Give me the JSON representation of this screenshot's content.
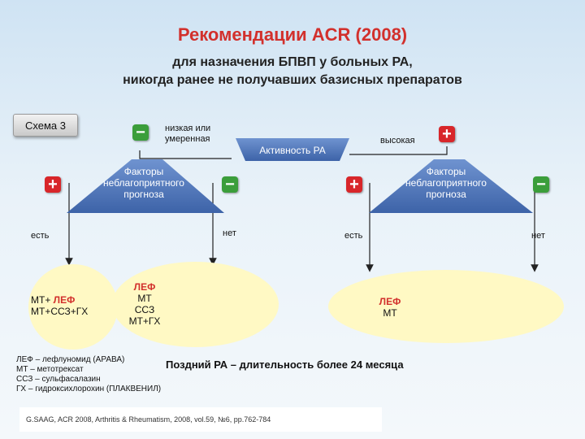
{
  "title": "Рекомендации ACR (2008)",
  "subtitle_line1": "для назначения БПВП у больных РА,",
  "subtitle_line2": "никогда ранее не получавших базисных препаратов",
  "scheme_label": "Схема 3",
  "activity_label": "Активность РА",
  "low_label": "низкая или умеренная",
  "high_label": "высокая",
  "left_factors": "Факторы неблагоприятного прогноза",
  "right_factors": "Факторы неблагоприятного прогноза",
  "branch_yes": "есть",
  "branch_no": "нет",
  "plus_symbol": "+",
  "minus_symbol": "−",
  "result_1": {
    "line1_prefix": "МТ+ ",
    "line1_bold": "ЛЕФ",
    "line2": "МТ+ССЗ+ГХ"
  },
  "result_2": {
    "line1": "ЛЕФ",
    "line2": "МТ",
    "line3": "ССЗ",
    "line4": "МТ+ГХ"
  },
  "result_3": {
    "line1": "ЛЕФ",
    "line2": "МТ"
  },
  "legend": [
    "ЛЕФ – лефлуномид (АРАВА)",
    "МТ – метотрексат",
    "ССЗ – сульфасалазин",
    "ГХ – гидроксихлорохин (ПЛАКВЕНИЛ)"
  ],
  "footer_note": "Поздний РА – длительность более 24 месяца",
  "reference": "G.SAAG, ACR 2008, Arthritis & Rheumatism, 2008, vol.59, №6, pp.762-784",
  "colors": {
    "title_red": "#d2302c",
    "shape_blue": "#4a74b8",
    "ellipse_yellow": "#fff9c4",
    "plus_red": "#d8262a",
    "minus_green": "#3b9e3b"
  }
}
